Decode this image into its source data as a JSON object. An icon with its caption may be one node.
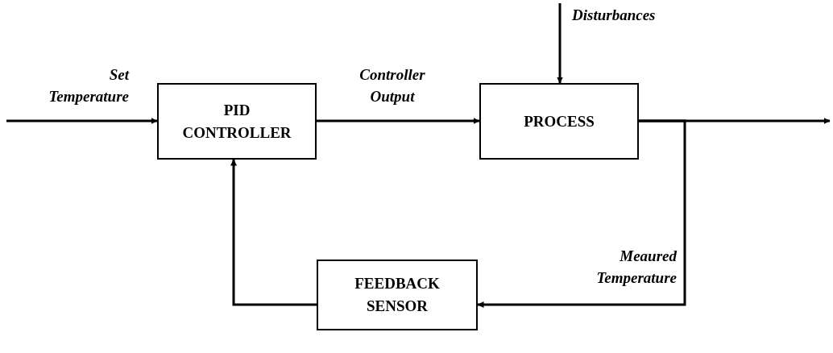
{
  "diagram": {
    "nodes": [
      {
        "text": [
          "PID CONTROLLER"
        ]
      },
      {
        "text": [
          "PROCESS"
        ]
      },
      {
        "text": [
          "FEEDBACK SENSOR"
        ]
      }
    ],
    "edges": [
      {
        "from": null,
        "to": 0,
        "arrow": "to",
        "label": "Set Temperature"
      },
      {
        "from": 0,
        "to": 1,
        "arrow": "to",
        "label": "Controller Output"
      },
      {
        "from": null,
        "to": 1,
        "arrow": "to",
        "label": "Disturbances"
      },
      {
        "from": 1,
        "to": null,
        "arrow": "to"
      },
      {
        "from": 1,
        "to": 2,
        "arrow": "to",
        "label": "Meaured Temperature"
      },
      {
        "from": 2,
        "to": 0,
        "arrow": "to"
      }
    ]
  }
}
